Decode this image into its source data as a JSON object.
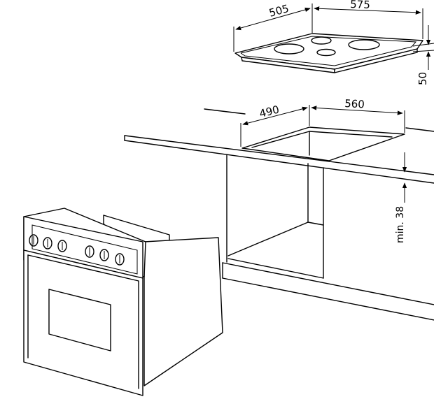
{
  "dimensions": {
    "hob_depth": "505",
    "hob_width": "575",
    "hob_height": "50",
    "cutout_depth": "490",
    "cutout_width": "560",
    "min_gap": "min. 38"
  },
  "colors": {
    "line": "#000000",
    "background": "#ffffff"
  }
}
